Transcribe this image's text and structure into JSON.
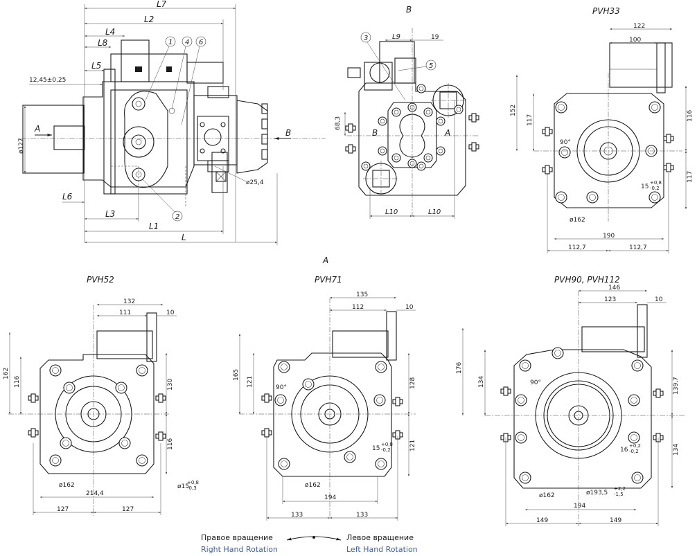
{
  "colors": {
    "line": "#1a1a1a",
    "english_text": "#3a5fb0",
    "russian_text": "#1a1a1a"
  },
  "views": {
    "side": {
      "dims": {
        "L7": "L7",
        "L2": "L2",
        "L4": "L4",
        "L8": "L8",
        "L5": "L5",
        "L6": "L6",
        "L3": "L3",
        "L1": "L1",
        "L": "L",
        "flange": "12,45±0,25",
        "shaft": "ø127",
        "port": "ø25,4"
      },
      "callouts": [
        "1",
        "4",
        "6",
        "2"
      ],
      "arrow_a": "A",
      "arrow_b": "B"
    },
    "rear": {
      "title": "B",
      "dims": {
        "L9": "L9",
        "d19": "19",
        "d683": "68,3",
        "L10a": "L10",
        "L10b": "L10"
      },
      "callouts": [
        "3",
        "5"
      ],
      "label_b": "B",
      "label_a": "A"
    },
    "pvh33": {
      "title": "PVH33",
      "dims": {
        "d122": "122",
        "d100": "100",
        "d152": "152",
        "d117a": "117",
        "d116": "116",
        "d117b": "117",
        "ang": "90°",
        "tol": "15",
        "tol_sup": "+0,8",
        "tol_sub": "-0,2",
        "dia": "ø162",
        "d190": "190",
        "d1127a": "112,7",
        "d1127b": "112,7"
      }
    },
    "caption_a": "A",
    "pvh52": {
      "title": "PVH52",
      "dims": {
        "d132": "132",
        "d111": "111",
        "d10": "10",
        "d162": "162",
        "d116a": "116",
        "d130": "130",
        "d116b": "116",
        "dia": "ø162",
        "d2144": "214,4",
        "tol": "ø15",
        "tol_sup": "+0,8",
        "tol_sub": "-0,3",
        "d127a": "127",
        "d127b": "127"
      }
    },
    "pvh71": {
      "title": "PVH71",
      "dims": {
        "d135": "135",
        "d112": "112",
        "d10": "10",
        "d165": "165",
        "d121a": "121",
        "d128": "128",
        "d121b": "121",
        "ang": "90°",
        "tol": "15",
        "tol_sup": "+0,8",
        "tol_sub": "-0,2",
        "dia": "ø162",
        "d194": "194",
        "d133a": "133",
        "d133b": "133"
      }
    },
    "pvh90": {
      "title": "PVH90, PVH112",
      "dims": {
        "d146": "146",
        "d123": "123",
        "d10": "10",
        "d176": "176",
        "d134a": "134",
        "d1397": "139,7",
        "d134b": "134",
        "ang": "90°",
        "tol": "16",
        "tol_sup": "+0,2",
        "tol_sub": "-0,2",
        "dia": "ø162",
        "dia2": "ø193,5",
        "dia2_sup": "+2,2",
        "dia2_sub": "-1,5",
        "d194": "194",
        "d149a": "149",
        "d149b": "149"
      }
    }
  },
  "legend": {
    "right_ru": "Правое вращение",
    "right_en": "Right Hand Rotation",
    "left_ru": "Левое вращение",
    "left_en": "Left Hand Rotation"
  }
}
